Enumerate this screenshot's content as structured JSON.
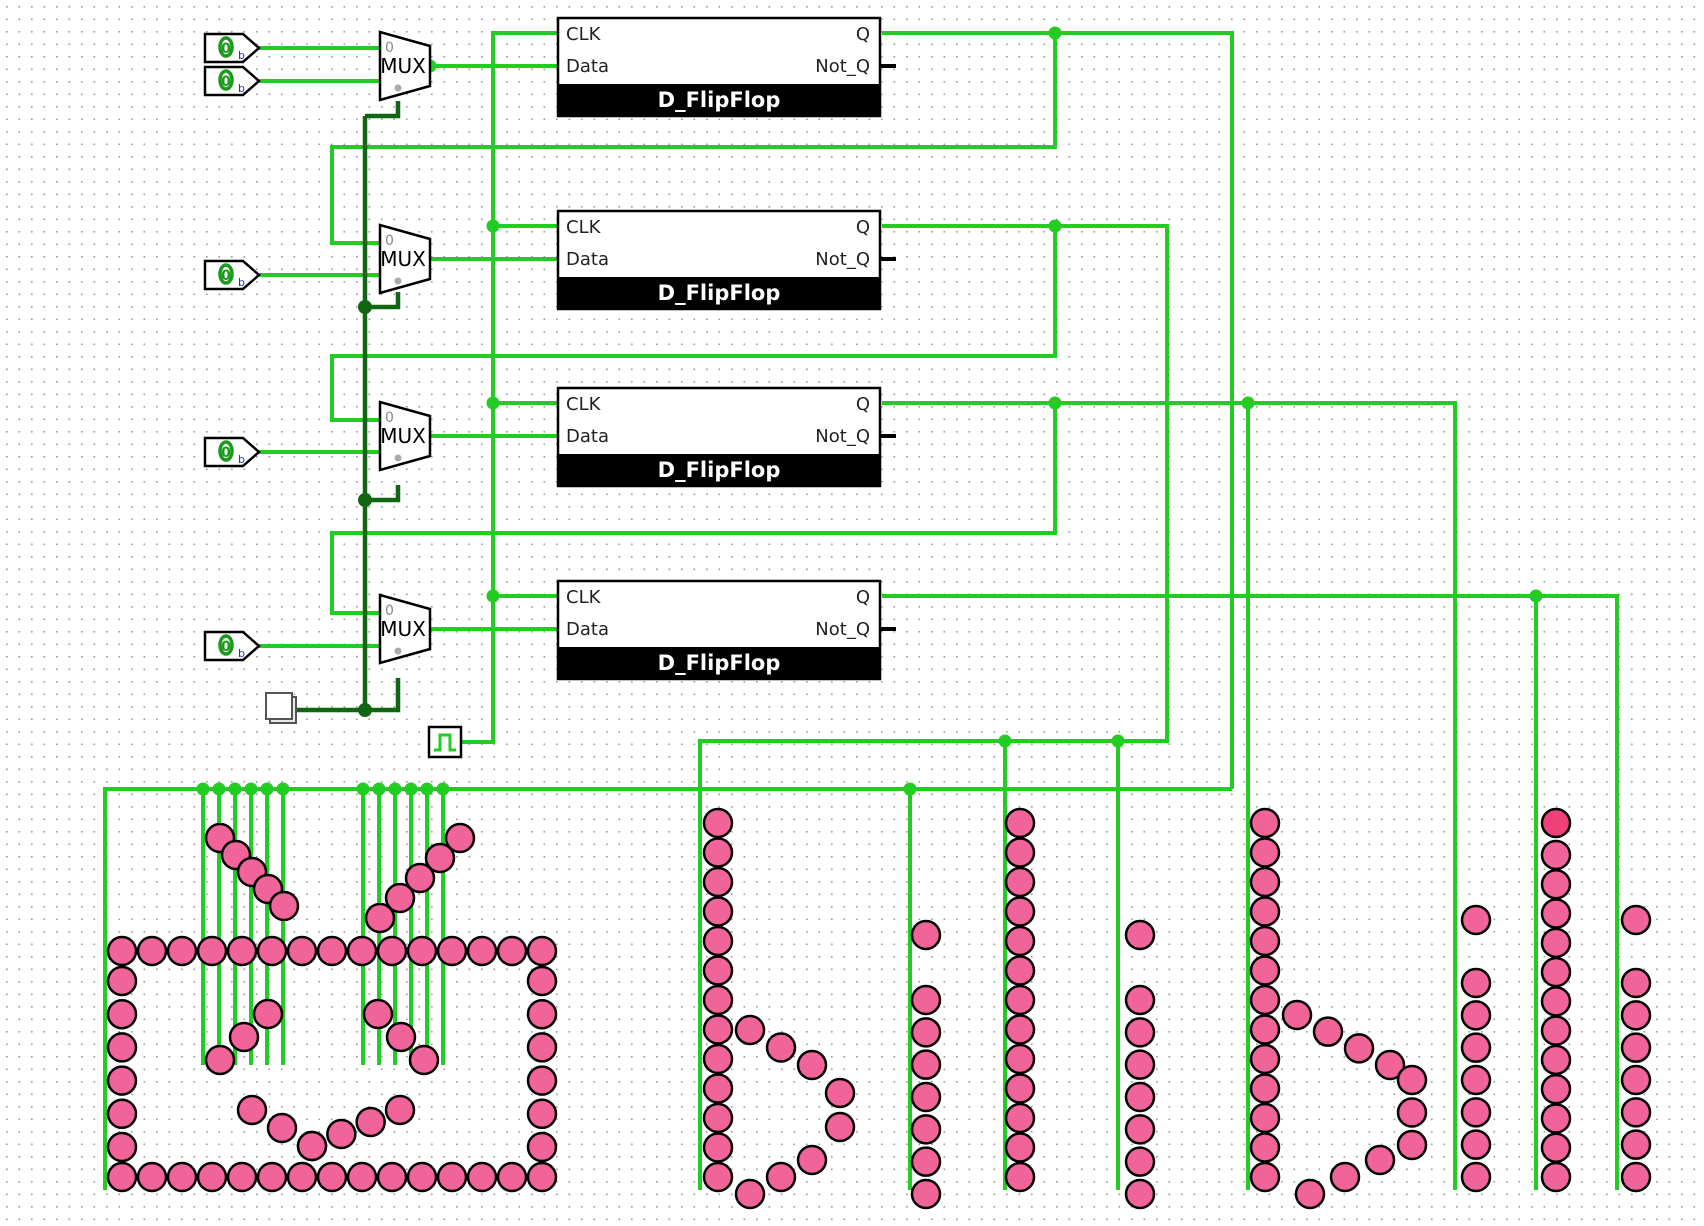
{
  "colors": {
    "wire": "#22cc22",
    "bus": "#116611",
    "led_on": "#f0649a",
    "led_bright": "#f0407a",
    "block_title_bg": "#000000",
    "grid_dot": "#9a9a9a",
    "pin_value": "#1a9a1a",
    "pin_radix": "#2233cc"
  },
  "input_pins": [
    {
      "value": "0",
      "radix": "b"
    },
    {
      "value": "0",
      "radix": "b"
    },
    {
      "value": "0",
      "radix": "b"
    },
    {
      "value": "0",
      "radix": "b"
    },
    {
      "value": "0",
      "radix": "b"
    }
  ],
  "mux": {
    "label": "MUX",
    "input0_label": "0"
  },
  "flipflop": {
    "title": "D_FlipFlop",
    "clk_label": "CLK",
    "data_label": "Data",
    "q_label": "Q",
    "notq_label": "Not_Q"
  },
  "components": {
    "select_button_icon": "square-button-icon",
    "clock_icon": "square-wave-clock-icon"
  },
  "led_display": {
    "shape": "bilibili-logo",
    "state": "lit"
  }
}
